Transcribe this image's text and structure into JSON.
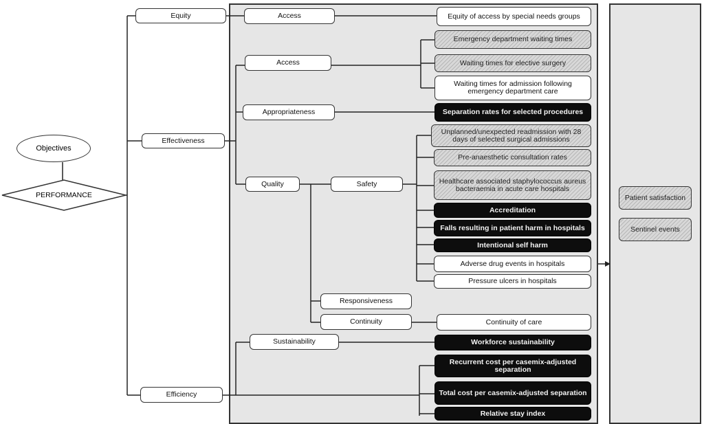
{
  "root": {
    "objectives": "Objectives",
    "performance": "PERFORMANCE"
  },
  "level1": {
    "equity": "Equity",
    "effectiveness": "Effectiveness",
    "efficiency": "Efficiency"
  },
  "level2": {
    "access_equity": "Access",
    "access": "Access",
    "appropriateness": "Appropriateness",
    "quality": "Quality",
    "sustainability": "Sustainability"
  },
  "level3": {
    "safety": "Safety",
    "responsiveness": "Responsiveness",
    "continuity": "Continuity"
  },
  "indicators": {
    "equity_access_special_needs": "Equity of access by special needs groups",
    "ed_waiting_times": "Emergency department waiting times",
    "elective_surgery_waiting": "Waiting times for elective surgery",
    "admission_waiting": "Waiting times for admission following emergency department care",
    "separation_rates": "Separation rates for selected procedures",
    "unplanned_readmission": "Unplanned/unexpected readmission with 28 days of selected surgical admissions",
    "pre_anaesthetic": "Pre-anaesthetic consultation rates",
    "staph_bacteraemia": "Healthcare associated staphylococcus aureus bacteraemia in acute care hospitals",
    "accreditation": "Accreditation",
    "falls": "Falls resulting in patient harm in hospitals",
    "self_harm": "Intentional self harm",
    "adverse_drug": "Adverse drug events in hospitals",
    "pressure_ulcers": "Pressure ulcers in hospitals",
    "continuity_of_care": "Continuity of care",
    "workforce_sustainability": "Workforce sustainability",
    "recurrent_cost": "Recurrent cost per casemix-adjusted separation",
    "total_cost": "Total cost per casemix-adjusted separation",
    "relative_stay": "Relative stay index"
  },
  "outcomes": {
    "patient_satisfaction": "Patient satisfaction",
    "sentinel_events": "Sentinel events"
  }
}
